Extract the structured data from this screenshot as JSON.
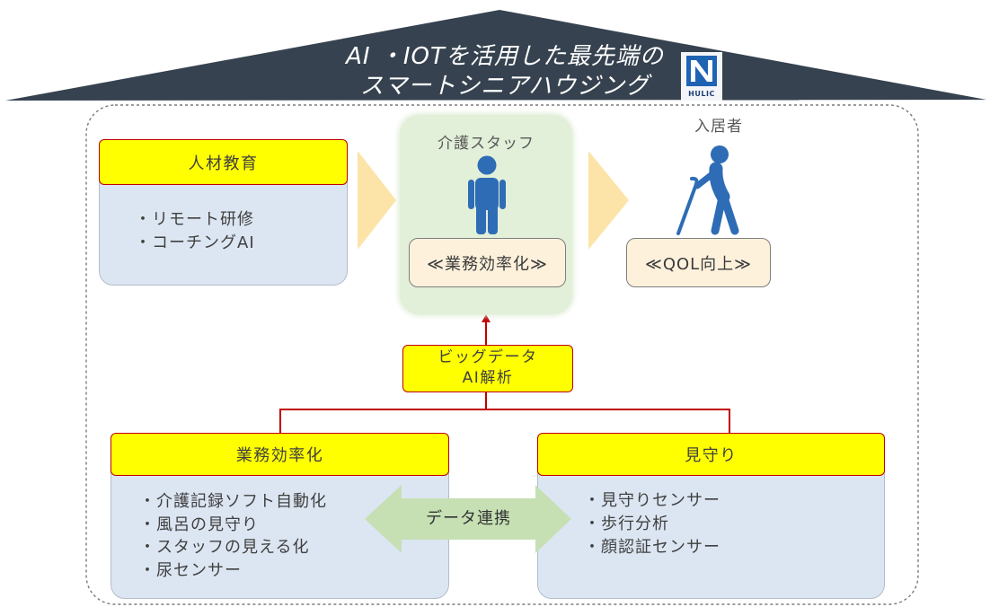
{
  "roof": {
    "title_line1": "AI ・IOTを活用した最先端の",
    "title_line2": "スマートシニアハウジング",
    "logo_text": "HULIC"
  },
  "education": {
    "header": "人材教育",
    "items": [
      "・リモート研修",
      "・コーチングAI"
    ]
  },
  "staff": {
    "label": "介護スタッフ",
    "icon": "person-icon",
    "outcome": "≪業務効率化≫"
  },
  "resident": {
    "label": "入居者",
    "icon": "elderly-with-cane-icon",
    "outcome": "≪QOL向上≫"
  },
  "analysis": {
    "line1": "ビッグデータ",
    "line2": "AI解析"
  },
  "efficiency": {
    "header": "業務効率化",
    "items": [
      "・介護記録ソフト自動化",
      "・風呂の見守り",
      "・スタッフの見える化",
      "・尿センサー"
    ]
  },
  "monitoring": {
    "header": "見守り",
    "items": [
      "・見守りセンサー",
      "・歩行分析",
      "・顔認証センサー"
    ]
  },
  "data_link": {
    "label": "データ連携",
    "icon": "double-arrow-icon"
  },
  "colors": {
    "roof": "#36424f",
    "header_fill": "#ffff00",
    "header_border": "#c00000",
    "panel_fill": "#dce6f2",
    "staff_panel_fill": "#e2efd9",
    "outcome_fill": "#fdf1dc",
    "chevron_fill": "#fce4a8",
    "icon": "#2e6cb5",
    "connector": "#c00000",
    "data_link_fill": "#c6e0b4",
    "frame": "#7a7a7a"
  }
}
